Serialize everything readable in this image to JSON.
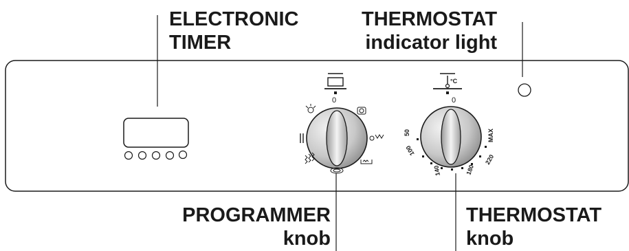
{
  "labels": {
    "electronic_timer": {
      "line1": "ELECTRONIC",
      "line2": "TIMER"
    },
    "thermostat_indicator_light": {
      "line1": "THERMOSTAT",
      "line2": "indicator light"
    },
    "programmer_knob": {
      "line1": "PROGRAMMER",
      "line2": "knob"
    },
    "thermostat_knob": {
      "line1": "THERMOSTAT",
      "line2": "knob"
    }
  },
  "programmer": {
    "zero": "0",
    "symbol_icons": [
      "lamp-icon",
      "defrost-icon",
      "fan-grill-icon",
      "bottom-heat-icon",
      "fan-icon",
      "grill-icon",
      "top-bottom-heat-icon"
    ]
  },
  "thermostat": {
    "zero": "0",
    "unit_symbol": "°C",
    "scale": [
      "50",
      "100",
      "140",
      "180",
      "220",
      "MAX"
    ]
  },
  "colors": {
    "ink": "#1a1a1a",
    "knob_dark": "#8a8a8a",
    "knob_light": "#f2f2f2"
  }
}
